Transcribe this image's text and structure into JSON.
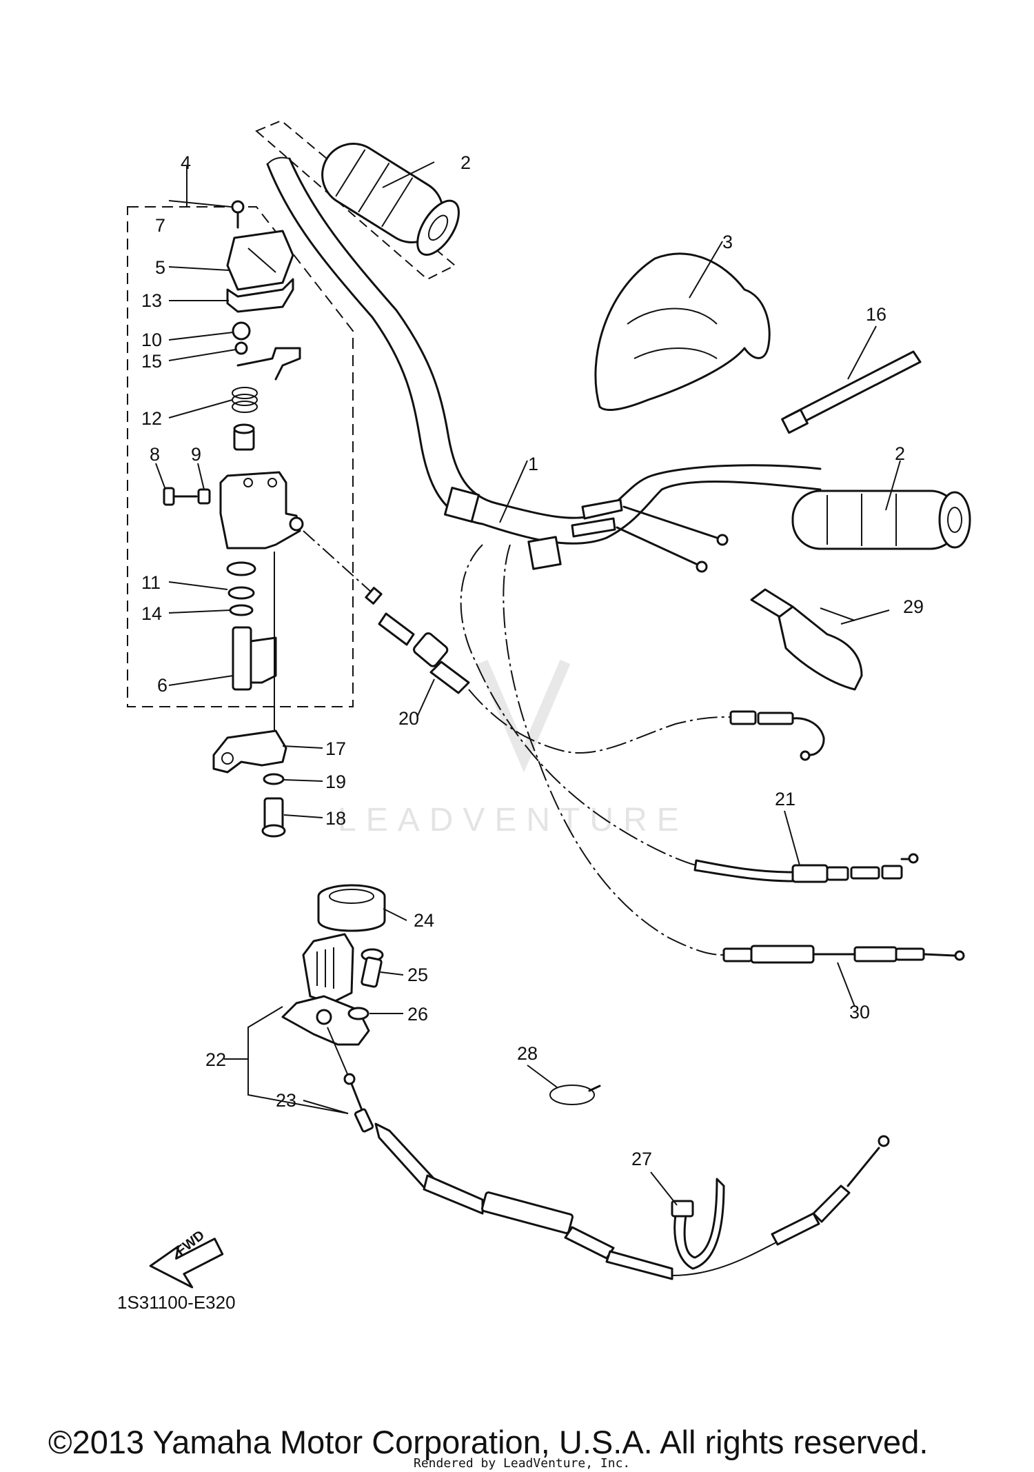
{
  "diagram": {
    "callouts": [
      "1",
      "2",
      "2",
      "3",
      "4",
      "5",
      "6",
      "7",
      "8",
      "9",
      "10",
      "11",
      "12",
      "13",
      "14",
      "15",
      "16",
      "17",
      "18",
      "19",
      "20",
      "21",
      "22",
      "23",
      "24",
      "25",
      "26",
      "27",
      "28",
      "29",
      "30"
    ],
    "fwd_label": "FWD",
    "reference_code": "1S31100-E320",
    "watermark": "LEADVENTURE"
  },
  "footer": {
    "copyright": "©2013 Yamaha Motor Corporation, U.S.A. All rights reserved.",
    "rendered_by": "Rendered by LeadVenture, Inc."
  }
}
